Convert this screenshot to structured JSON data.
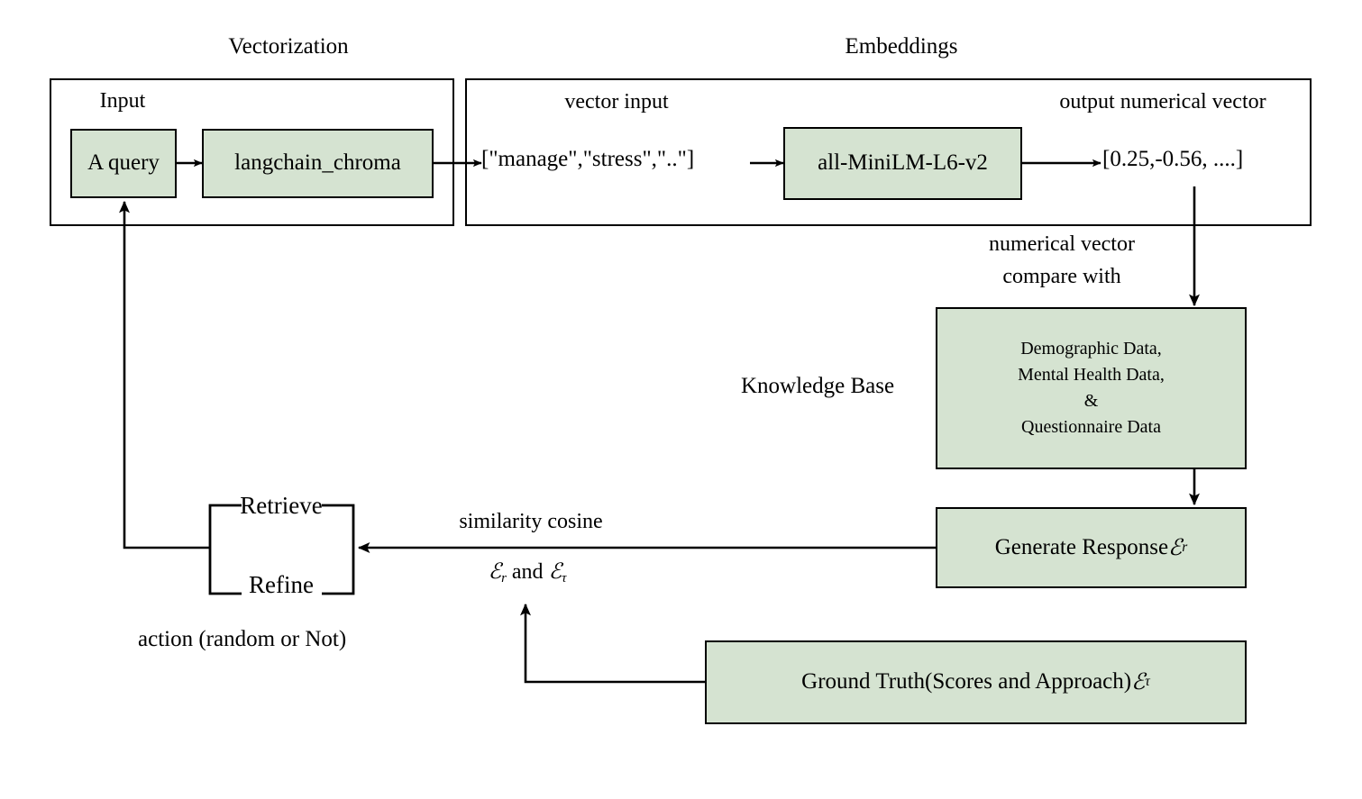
{
  "diagram": {
    "title_vectorization": "Vectorization",
    "title_embeddings": "Embeddings",
    "vectorization": {
      "input_label": "Input",
      "query_box": "A query",
      "chroma_box": "langchain_chroma"
    },
    "embeddings": {
      "vector_input_label": "vector input",
      "token_vector": "[\"manage\",\"stress\",\"..\"]",
      "model_box": "all-MiniLM-L6-v2",
      "output_label": "output numerical vector",
      "numerical_vector": "[0.25,-0.56, ....]"
    },
    "compare_label_line1": "numerical vector",
    "compare_label_line2": "compare with",
    "knowledge_base": {
      "side_label": "Knowledge Base",
      "lines": [
        "Demographic Data,",
        "Mental Health Data,",
        "&",
        "Questionnaire Data"
      ]
    },
    "generate_response": {
      "text": "Generate Response ",
      "symbol": "ℰ",
      "subscript": "r"
    },
    "ground_truth": {
      "text": "Ground Truth(Scores and Approach) ",
      "symbol": "ℰ",
      "subscript": "τ"
    },
    "similarity": {
      "line1": "similarity cosine",
      "sym1": "ℰ",
      "sub1": "r",
      "and": " and ",
      "sym2": "ℰ",
      "sub2": "τ"
    },
    "decision": {
      "retrieve": "Retrieve",
      "refine": "Refine",
      "action_label": "action (random or Not)"
    },
    "colors": {
      "box_fill": "#d5e3d1",
      "stroke": "#000000",
      "background": "#ffffff"
    }
  }
}
